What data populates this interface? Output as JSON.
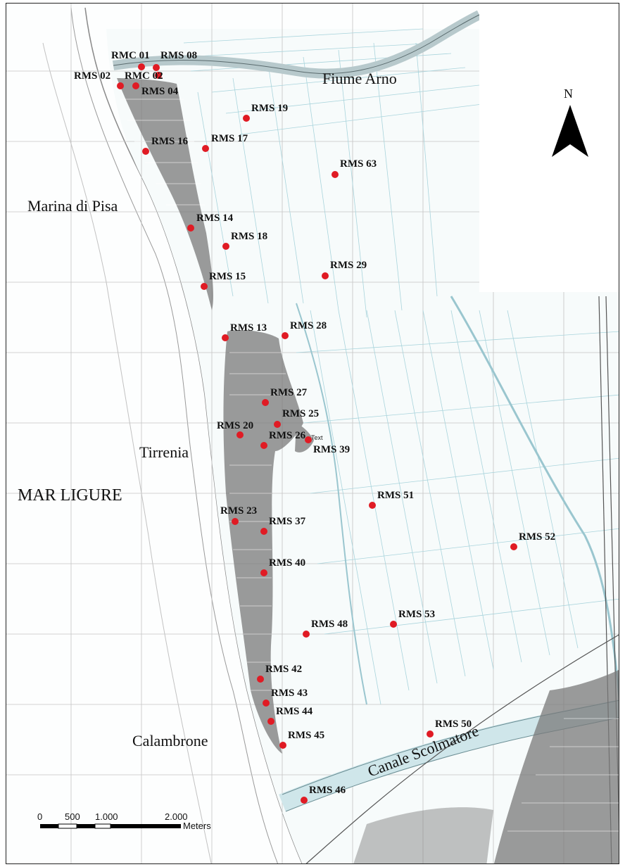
{
  "map": {
    "north_label": "N",
    "places": {
      "marina": "Marina di Pisa",
      "tirrenia": "Tirrenia",
      "sea": "MAR LIGURE",
      "calambrone": "Calambrone",
      "arno": "Fiume Arno",
      "canale": "Canale Scolmatore"
    },
    "scale": {
      "t0": "0",
      "t1": "500",
      "t2": "1.000",
      "t3": "2.000",
      "unit": "Meters"
    },
    "text_marker": "Text",
    "colors": {
      "point": "#e01b24",
      "canal": "#a9d4dc",
      "urban": "#6e6e6e",
      "grid": "#b9b9b9"
    },
    "points": [
      {
        "label": "RMC 01"
      },
      {
        "label": "RMS 08"
      },
      {
        "label": "RMS 02"
      },
      {
        "label": "RMC 02"
      },
      {
        "label": "RMS 04"
      },
      {
        "label": "RMS 19"
      },
      {
        "label": "RMS 16"
      },
      {
        "label": "RMS 17"
      },
      {
        "label": "RMS 63"
      },
      {
        "label": "RMS 14"
      },
      {
        "label": "RMS 18"
      },
      {
        "label": "RMS 29"
      },
      {
        "label": "RMS 15"
      },
      {
        "label": "RMS 13"
      },
      {
        "label": "RMS 28"
      },
      {
        "label": "RMS 27"
      },
      {
        "label": "RMS 25"
      },
      {
        "label": "RMS 20"
      },
      {
        "label": "RMS 26"
      },
      {
        "label": "RMS 39"
      },
      {
        "label": "RMS 51"
      },
      {
        "label": "RMS 23"
      },
      {
        "label": "RMS 37"
      },
      {
        "label": "RMS 52"
      },
      {
        "label": "RMS 40"
      },
      {
        "label": "RMS 53"
      },
      {
        "label": "RMS 48"
      },
      {
        "label": "RMS 42"
      },
      {
        "label": "RMS 43"
      },
      {
        "label": "RMS 44"
      },
      {
        "label": "RMS 50"
      },
      {
        "label": "RMS 45"
      },
      {
        "label": "RMS 46"
      }
    ]
  }
}
